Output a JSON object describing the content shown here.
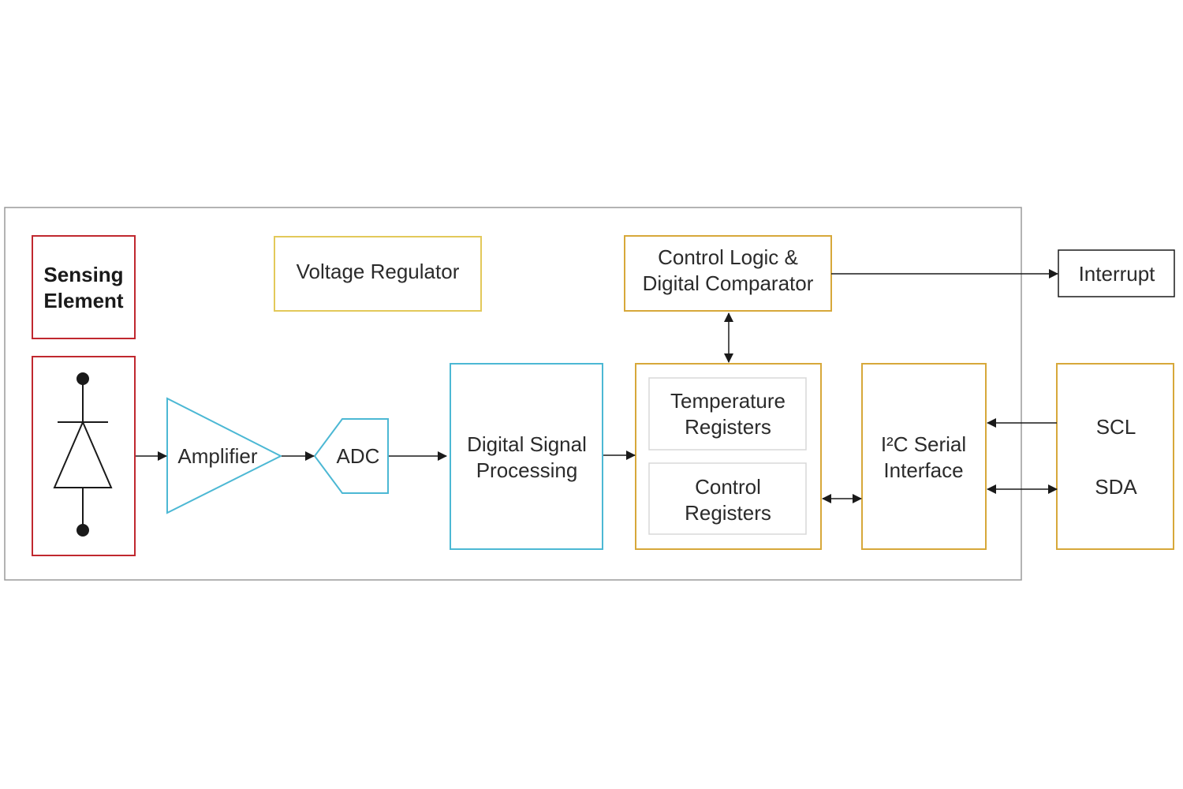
{
  "colors": {
    "red": "#c0282f",
    "blue": "#4cb8d4",
    "gold": "#d7a83a",
    "goldLight": "#e3c95a",
    "gray": "#9a9a9a",
    "innerGray": "#d8d8d8",
    "ink": "#1a1a1a"
  },
  "blocks": {
    "sensing_element": [
      "Sensing",
      "Element"
    ],
    "voltage_regulator": "Voltage Regulator",
    "control_logic": [
      "Control Logic &",
      "Digital Comparator"
    ],
    "interrupt": "Interrupt",
    "amplifier": "Amplifier",
    "adc": "ADC",
    "dsp": [
      "Digital Signal",
      "Processing"
    ],
    "temperature_registers": [
      "Temperature",
      "Registers"
    ],
    "control_registers": [
      "Control",
      "Registers"
    ],
    "i2c_interface": [
      "I²C Serial",
      "Interface"
    ],
    "scl": "SCL",
    "sda": "SDA"
  },
  "icons": {
    "diode": "diode-symbol-icon",
    "amplifier": "triangle-amplifier-icon"
  }
}
